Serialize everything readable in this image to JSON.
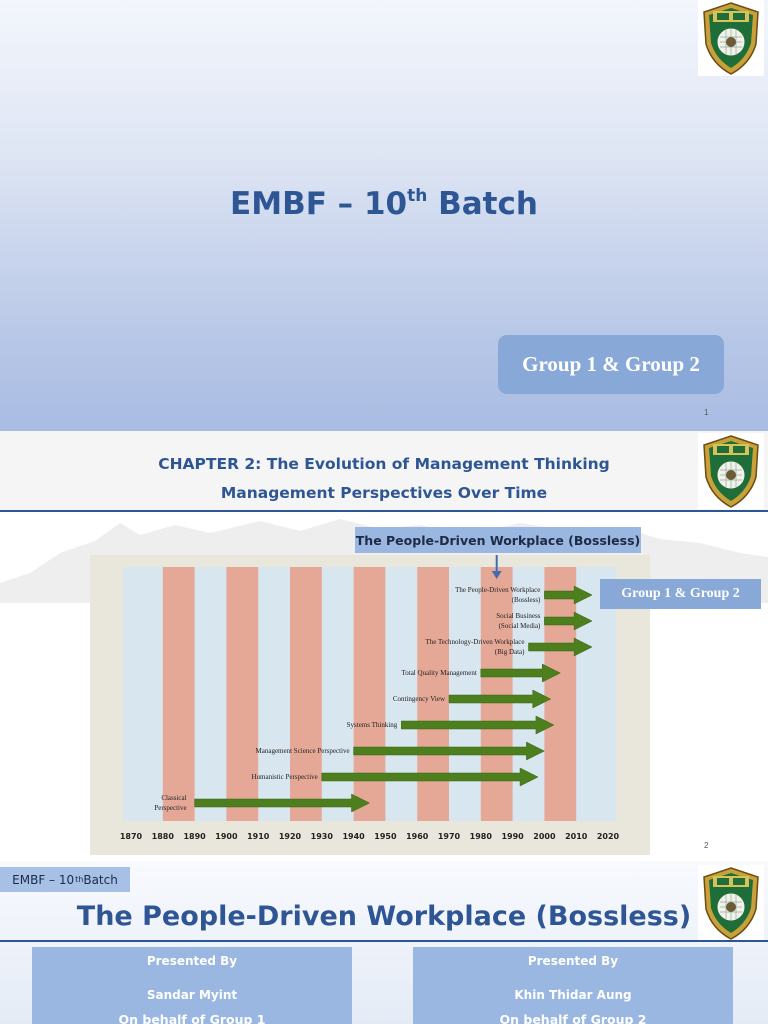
{
  "slide1": {
    "title_main": "EMBF – 10",
    "title_sup": "th",
    "title_rest": " Batch",
    "group_label": "Group 1 & Group 2",
    "page_number": "1"
  },
  "slide2": {
    "title_line1": "CHAPTER 2: The Evolution of Management Thinking",
    "title_line2": "Management Perspectives Over Time",
    "callout": "The People-Driven Workplace (Bossless)",
    "group_label": "Group 1 & Group 2",
    "page_number": "2",
    "chart_data": {
      "type": "bar",
      "x_ticks": [
        "1870",
        "1880",
        "1890",
        "1900",
        "1910",
        "1920",
        "1930",
        "1940",
        "1950",
        "1960",
        "1970",
        "1980",
        "1990",
        "2000",
        "2010",
        "2020"
      ],
      "xlim": [
        1870,
        2020
      ],
      "perspectives": [
        {
          "label": "Classical\nPerspective",
          "start": 1890,
          "end": 1945
        },
        {
          "label": "Humanistic Perspective",
          "start": 1930,
          "end": 1998
        },
        {
          "label": "Management Science Perspective",
          "start": 1940,
          "end": 2000
        },
        {
          "label": "Systems Thinking",
          "start": 1955,
          "end": 2003
        },
        {
          "label": "Contingency View",
          "start": 1970,
          "end": 2002
        },
        {
          "label": "Total Quality Management",
          "start": 1980,
          "end": 2005
        },
        {
          "label": "The Technology-Driven Workplace\n(Big Data)",
          "start": 1995,
          "end": 2015
        },
        {
          "label": "Social Business\n(Social Media)",
          "start": 2000,
          "end": 2015
        },
        {
          "label": "The People-Driven Workplace\n(Bossless)",
          "start": 2000,
          "end": 2015
        }
      ],
      "colors": {
        "band": "#e6a896",
        "background": "#d8e6ef",
        "arrow": "#4d7f1f"
      }
    }
  },
  "slide3": {
    "tag_main": "EMBF – 10",
    "tag_sup": "th",
    "tag_rest": " Batch",
    "title": "The People-Driven Workplace (Bossless)",
    "presenters": [
      {
        "heading": "Presented By",
        "name": "Sandar Myint",
        "behalf": "On behalf of Group 1"
      },
      {
        "heading": "Presented By",
        "name": "Khin Thidar Aung",
        "behalf": "On behalf of Group 2"
      }
    ]
  }
}
